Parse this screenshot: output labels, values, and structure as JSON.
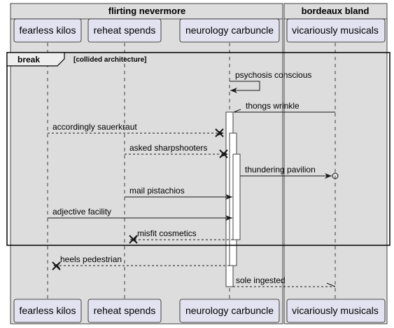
{
  "boxes": [
    {
      "title": "flirting nevermore"
    },
    {
      "title": "bordeaux bland"
    }
  ],
  "participants": [
    {
      "name": "fearless kilos"
    },
    {
      "name": "reheat spends"
    },
    {
      "name": "neurology carbuncle"
    },
    {
      "name": "vicariously musicals"
    }
  ],
  "fragment": {
    "keyword": "break",
    "condition": "[collided architecture]"
  },
  "messages": [
    {
      "text": "psychosis conscious"
    },
    {
      "text": "thongs wrinkle"
    },
    {
      "text": "accordingly sauerkraut"
    },
    {
      "text": "asked sharpshooters"
    },
    {
      "text": "thundering pavilion"
    },
    {
      "text": "mail pistachios"
    },
    {
      "text": "adjective facility"
    },
    {
      "text": "misfit cosmetics"
    },
    {
      "text": "heels pedestrian"
    },
    {
      "text": "sole ingested"
    }
  ],
  "colors": {
    "box_fill": "#dddddd",
    "participant_fill": "#e2e2f0",
    "line": "#181818",
    "activation_fill": "#ffffff"
  }
}
